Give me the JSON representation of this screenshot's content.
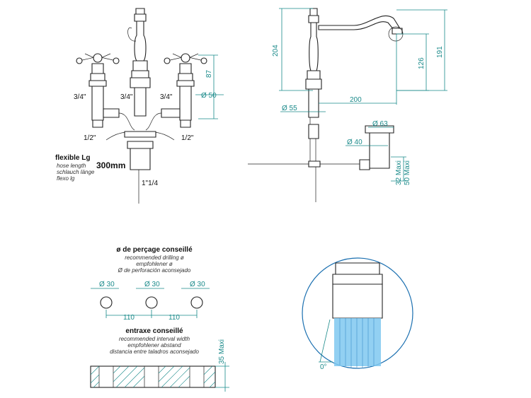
{
  "front_view": {
    "thread_left_upper": "3/4\"",
    "thread_center": "3/4\"",
    "thread_right_upper": "3/4\"",
    "thread_left_lower": "1/2\"",
    "thread_right_lower": "1/2\"",
    "dim_height_valve": "87",
    "dim_diameter_valve": "Ø 50",
    "hose_length_label": "300mm",
    "drain_thread": "1\"1/4",
    "flexible_title": "flexible Lg",
    "flexible_en": "hose length",
    "flexible_de": "schlauch länge",
    "flexible_es": "flexo lg"
  },
  "side_view": {
    "dim_total_height": "204",
    "dim_spout_height": "191",
    "dim_outlet_height": "126",
    "dim_reach": "200",
    "dim_base_diameter": "Ø 55",
    "dim_waste_top": "Ø 63",
    "dim_waste_body": "Ø 40",
    "dim_waste_min": "32  Maxi",
    "dim_waste_max": "50 Maxi"
  },
  "drilling": {
    "title": "ø de perçage conseillé",
    "en": "recommended drilling ø",
    "de": "empfohlener ø",
    "es": "Ø de perforación aconsejado",
    "hole_1": "Ø 30",
    "hole_2": "Ø 30",
    "hole_3": "Ø 30",
    "spacing_1": "110",
    "spacing_2": "110"
  },
  "interval": {
    "title": "entraxe conseillé",
    "en": "recommended interval width",
    "de": "empfohlener abstand",
    "es": "distancia entre taladros aconsejado",
    "thickness": "35 Maxi"
  },
  "aerator": {
    "angle": "0°"
  },
  "colors": {
    "dimension": "#1a8a8a",
    "water": "#7fc8f0",
    "outline": "#222222"
  }
}
